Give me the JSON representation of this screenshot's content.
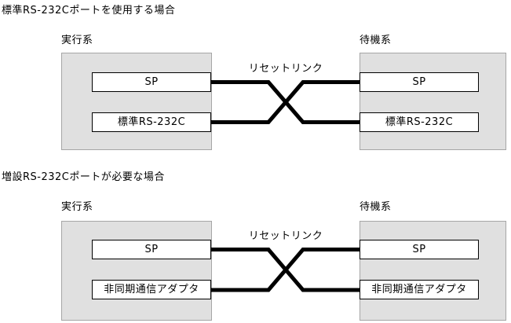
{
  "colors": {
    "background": "#ffffff",
    "text": "#000000",
    "system_box_fill": "#e0e0e0",
    "system_box_border": "#a6a6a6",
    "component_box_fill": "#ffffff",
    "component_box_border": "#000000",
    "link_line": "#000000"
  },
  "sections": [
    {
      "title": "標準RS-232Cポートを使用する場合",
      "left_system_label": "実行系",
      "right_system_label": "待機系",
      "link_label": "リセットリンク",
      "left_boxes": [
        "SP",
        "標準RS-232C"
      ],
      "right_boxes": [
        "SP",
        "標準RS-232C"
      ]
    },
    {
      "title": "増設RS-232Cポートが必要な場合",
      "left_system_label": "実行系",
      "right_system_label": "待機系",
      "link_label": "リセットリンク",
      "left_boxes": [
        "SP",
        "非同期通信アダプタ"
      ],
      "right_boxes": [
        "SP",
        "非同期通信アダプタ"
      ]
    }
  ]
}
